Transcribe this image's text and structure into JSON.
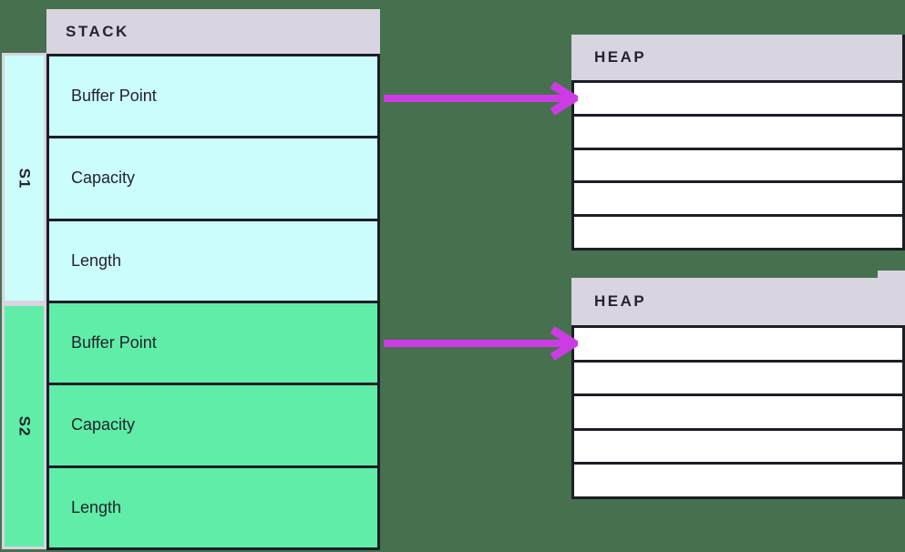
{
  "diagram": {
    "stack": {
      "title": "STACK",
      "groups": [
        {
          "label": "S1",
          "fill": "#cbfdfd",
          "rows": [
            "Buffer Point",
            "Capacity",
            "Length"
          ]
        },
        {
          "label": "S2",
          "fill": "#5feda7",
          "rows": [
            "Buffer Point",
            "Capacity",
            "Length"
          ]
        }
      ]
    },
    "heaps": [
      {
        "title": "HEAP",
        "rows": [
          "",
          "",
          "",
          "",
          ""
        ]
      },
      {
        "title": "HEAP",
        "rows": [
          "",
          "",
          "",
          "",
          ""
        ]
      }
    ],
    "arrows": [
      {
        "from": "s1-buffer-point",
        "to": "heap-1"
      },
      {
        "from": "s2-buffer-point",
        "to": "heap-2"
      }
    ]
  },
  "colors": {
    "background": "#47704f",
    "header_fill": "#d8d4e0",
    "s1_fill": "#cbfdfd",
    "s2_fill": "#5feda7",
    "heap_row_fill": "#ffffff",
    "border": "#1c1e26",
    "arrow": "#cd3ce2",
    "text": "#25232e"
  }
}
